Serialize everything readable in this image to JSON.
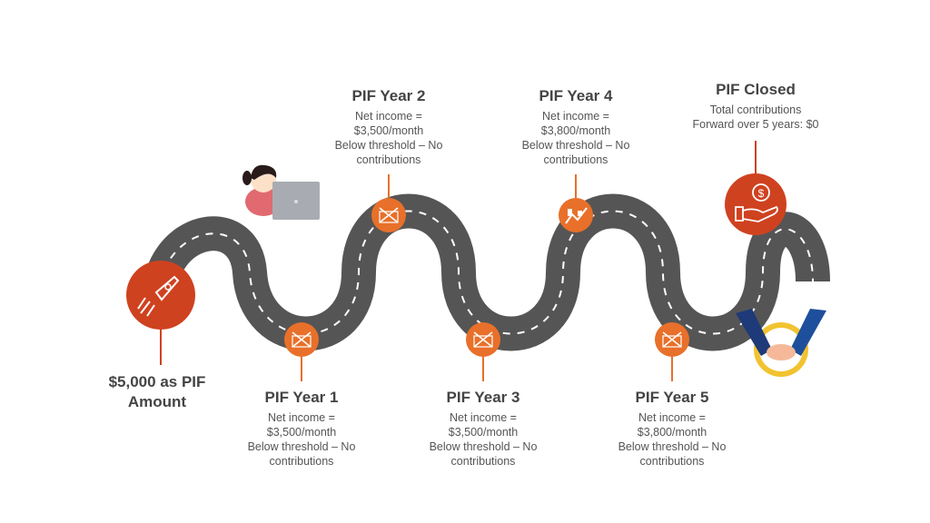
{
  "colors": {
    "road": "#555555",
    "road_dash": "#ffffff",
    "accent_red": "#cf4220",
    "accent_orange": "#e8702a",
    "text": "#555555",
    "title": "#444444"
  },
  "start": {
    "line1": "$5,000 as PIF",
    "line2": "Amount",
    "icon": "rocket-icon"
  },
  "milestones": [
    {
      "title": "PIF Year 1",
      "lines": [
        "Net income =",
        "$3,500/month",
        "Below threshold – No",
        "contributions"
      ],
      "icon": "no-money-envelope-icon"
    },
    {
      "title": "PIF Year 2",
      "lines": [
        "Net income =",
        "$3,500/month",
        "Below threshold – No",
        "contributions"
      ],
      "icon": "no-money-envelope-icon"
    },
    {
      "title": "PIF Year 3",
      "lines": [
        "Net income =",
        "$3,500/month",
        "Below threshold – No",
        "contributions"
      ],
      "icon": "no-money-envelope-icon"
    },
    {
      "title": "PIF Year 4",
      "lines": [
        "Net income =",
        "$3,800/month",
        "Below threshold – No",
        "contributions"
      ],
      "icon": "growth-chart-icon"
    },
    {
      "title": "PIF Year 5",
      "lines": [
        "Net income =",
        "$3,800/month",
        "Below threshold – No",
        "contributions"
      ],
      "icon": "no-money-envelope-icon"
    }
  ],
  "end": {
    "title": "PIF Closed",
    "lines": [
      "Total contributions",
      "Forward over 5 years: $0"
    ],
    "icon": "hand-coin-icon"
  },
  "illustrations": [
    "person-laptop-illustration",
    "handshake-illustration"
  ]
}
